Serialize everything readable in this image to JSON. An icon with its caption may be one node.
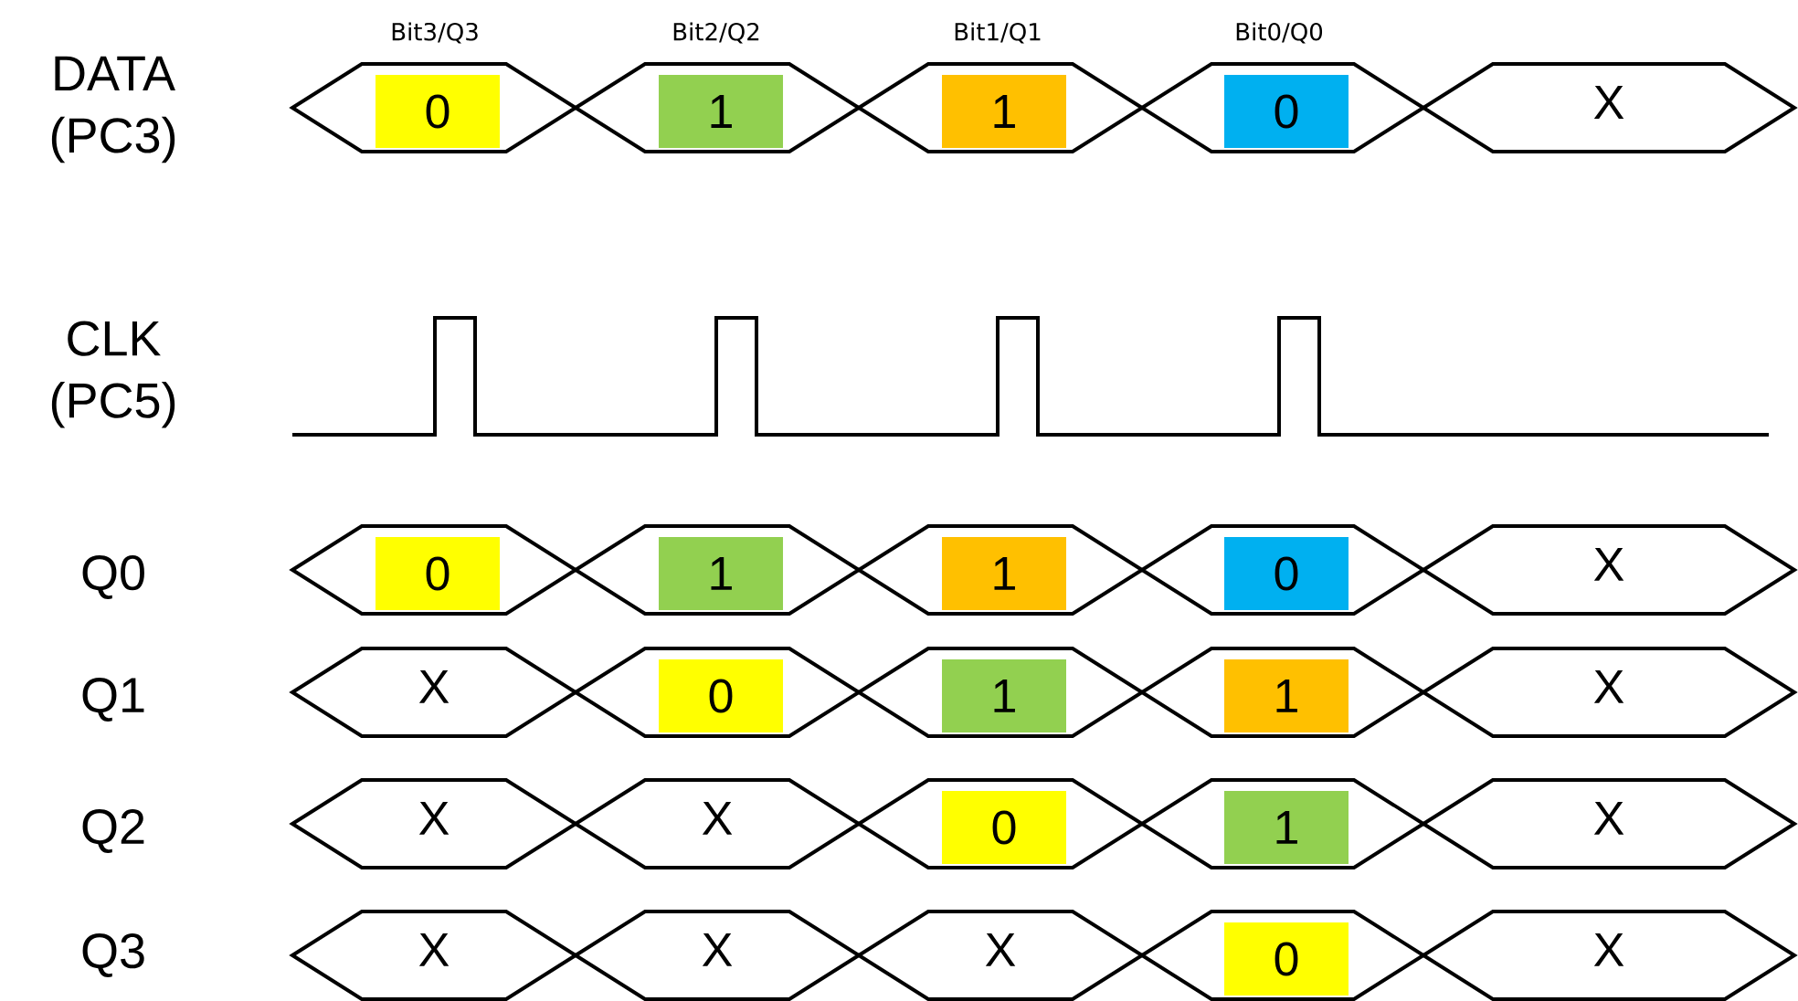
{
  "diagram": {
    "nodes": [
      {
        "text": [],
        "shape": "hexagon"
      },
      {
        "text": [
          "0"
        ],
        "in": 0
      },
      {
        "text": [],
        "shape": "hexagon"
      },
      {
        "text": [
          "1"
        ],
        "in": 2
      },
      {
        "text": [],
        "shape": "hexagon"
      },
      {
        "text": [
          "1"
        ],
        "in": 4
      },
      {
        "text": [],
        "shape": "hexagon"
      },
      {
        "text": [
          "0"
        ],
        "in": 6
      },
      {
        "text": [
          "X"
        ]
      },
      {
        "text": [],
        "shape": "hexagon"
      },
      {
        "text": [
          "0"
        ],
        "in": 9
      },
      {
        "text": [],
        "shape": "hexagon"
      },
      {
        "text": [
          "1"
        ],
        "in": 11
      },
      {
        "text": [],
        "shape": "hexagon"
      },
      {
        "text": [
          "1"
        ],
        "in": 13
      },
      {
        "text": [],
        "shape": "hexagon"
      },
      {
        "text": [
          "0"
        ],
        "in": 15
      },
      {
        "text": [
          "X"
        ]
      },
      {
        "text": [
          "X"
        ]
      },
      {
        "text": [],
        "shape": "hexagon"
      },
      {
        "text": [
          "0"
        ],
        "in": 19
      },
      {
        "text": [],
        "shape": "hexagon"
      },
      {
        "text": [
          "1"
        ],
        "in": 21
      },
      {
        "text": [],
        "shape": "hexagon"
      },
      {
        "text": [
          "1"
        ],
        "in": 23
      },
      {
        "text": [
          "X"
        ]
      },
      {
        "text": [
          "X"
        ]
      },
      {
        "text": [
          "X"
        ]
      },
      {
        "text": [],
        "shape": "hexagon"
      },
      {
        "text": [
          "0"
        ],
        "in": 28
      },
      {
        "text": [],
        "shape": "hexagon"
      },
      {
        "text": [
          "1"
        ],
        "in": 30
      },
      {
        "text": [
          "X"
        ]
      },
      {
        "text": [
          "X"
        ]
      },
      {
        "text": [
          "X"
        ]
      },
      {
        "text": [
          "X"
        ]
      },
      {
        "text": [],
        "shape": "hexagon"
      },
      {
        "text": [
          "0"
        ],
        "in": 36
      },
      {
        "text": [
          "X"
        ]
      }
    ],
    "labels": [
      "Bit3/Q3",
      "Bit2/Q2",
      "Bit1/Q1",
      "Bit0/Q0",
      "DATA (PC3)",
      "CLK (PC5)",
      "Q0",
      "Q1",
      "Q2",
      "Q3"
    ]
  }
}
